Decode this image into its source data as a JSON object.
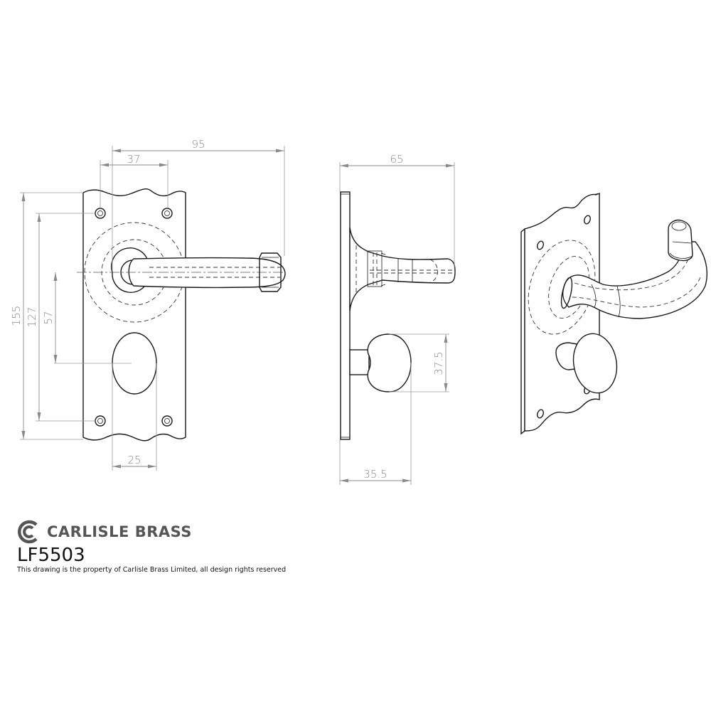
{
  "drawing": {
    "views": {
      "front": {
        "name": "front-view",
        "dimensions": {
          "overall_width": "95",
          "screw_spacing_horizontal": "37",
          "overall_height": "155",
          "screw_spacing_vertical": "127",
          "lever_to_turn_centres": "57",
          "turn_width": "25"
        }
      },
      "side": {
        "name": "side-view",
        "dimensions": {
          "projection": "65",
          "turn_height": "37.5",
          "turn_projection": "35.5"
        }
      },
      "isometric": {
        "name": "isometric-view"
      }
    }
  },
  "footer": {
    "brand_name": "CARLISLE BRASS",
    "brand_logo": "carlisle-brass-logo-icon",
    "model_number": "LF5503",
    "notice": "This drawing is the property of Carlisle Brass Limited, all design rights reserved"
  },
  "colors": {
    "line": "#1a1a1a",
    "dimension": "#8a8a8a",
    "brand": "#555555"
  }
}
